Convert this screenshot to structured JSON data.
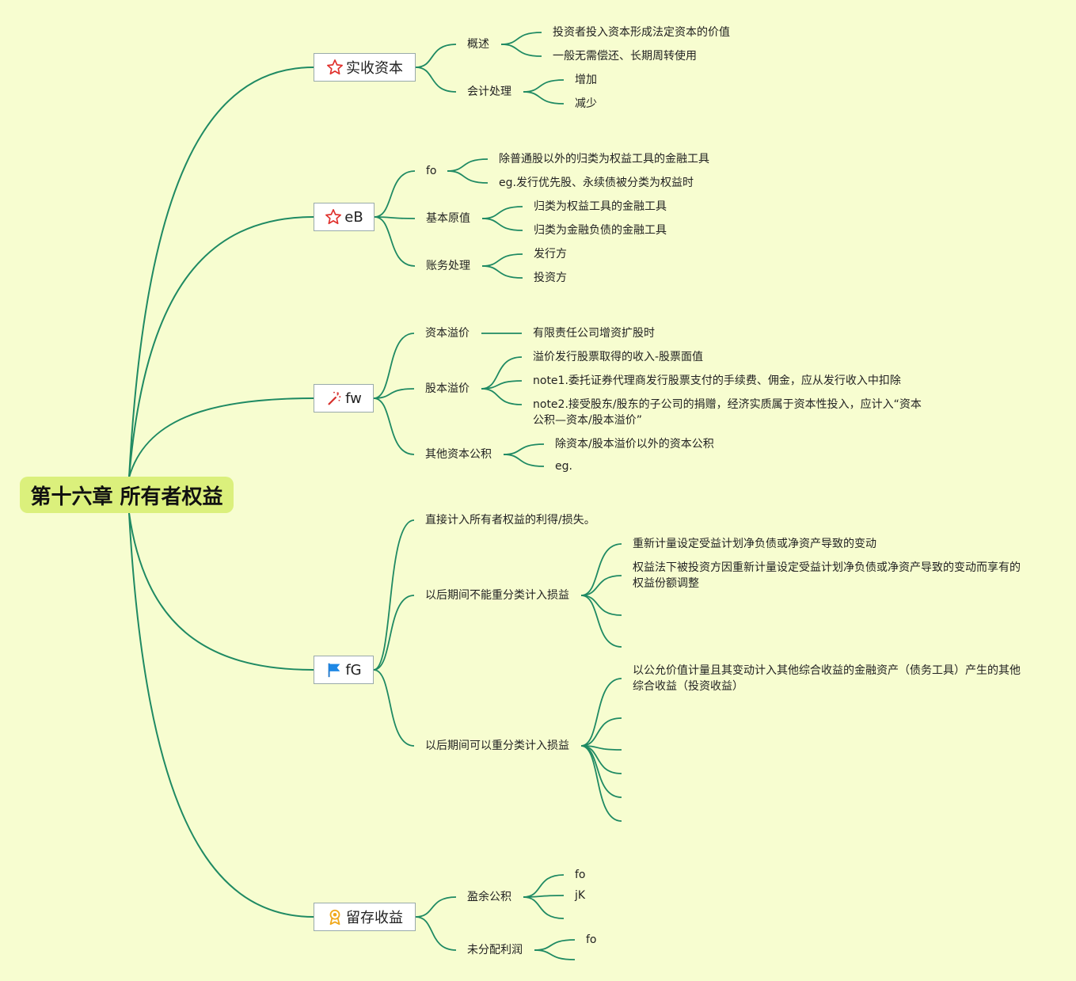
{
  "root": {
    "title": "第十六章 所有者权益"
  },
  "branches": [
    {
      "label": "实收资本",
      "icon": "star-icon"
    },
    {
      "label": "eB",
      "icon": "star-icon"
    },
    {
      "label": "fw",
      "icon": "magic-wand-icon"
    },
    {
      "label": "fG",
      "icon": "blue-flag-icon"
    },
    {
      "label": "留存收益",
      "icon": "award-badge-icon"
    }
  ],
  "nodes": {
    "b1": {
      "c1": "概述",
      "c1a": "投资者投入资本形成法定资本的价值",
      "c1b": "一般无需偿还、长期周转使用",
      "c2": "会计处理",
      "c2a": "增加",
      "c2b": "减少"
    },
    "b2": {
      "c1": "fo",
      "c1a": "除普通股以外的归类为权益工具的金融工具",
      "c1b": "eg.发行优先股、永续债被分类为权益时",
      "c2": "基本原值",
      "c2a": "归类为权益工具的金融工具",
      "c2b": "归类为金融负债的金融工具",
      "c3": "账务处理",
      "c3a": "发行方",
      "c3b": "投资方"
    },
    "b3": {
      "c1": "资本溢价",
      "c1a": "有限责任公司增资扩股时",
      "c2": "股本溢价",
      "c2a": "溢价发行股票取得的收入-股票面值",
      "c2b": "note1.委托证券代理商发行股票支付的手续费、佣金，应从发行收入中扣除",
      "c2c": "note2.接受股东/股东的子公司的捐赠，经济实质属于资本性投入，应计入“资本公积—资本/股本溢价”",
      "c3": "其他资本公积",
      "c3a": "除资本/股本溢价以外的资本公积",
      "c3b": "eg."
    },
    "b4": {
      "c1": "直接计入所有者权益的利得/损失。",
      "c2": "以后期间不能重分类计入损益",
      "c2a": "重新计量设定受益计划净负债或净资产导致的变动",
      "c2b": "权益法下被投资方因重新计量设定受益计划净负债或净资产导致的变动而享有的权益份额调整",
      "c3": "以后期间可以重分类计入损益",
      "c3a": "以公允价值计量且其变动计入其他综合收益的金融资产（债务工具）产生的其他综合收益（投资收益）"
    },
    "b5": {
      "c1": "盈余公积",
      "c1a": "fo",
      "c1b": "jK",
      "c2": "未分配利润",
      "c2a": "fo"
    }
  },
  "colors": {
    "background": "#f7fdd0",
    "root_fill": "#dbf07c",
    "line": "#1f8a63"
  }
}
